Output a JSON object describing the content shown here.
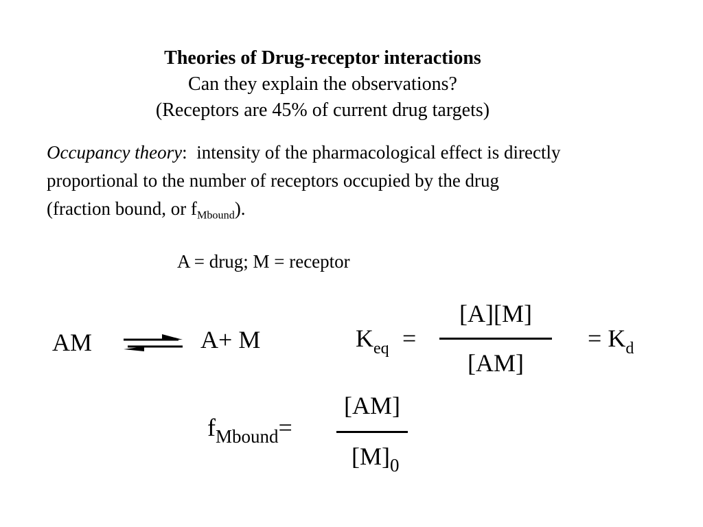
{
  "title": {
    "line1": "Theories of Drug-receptor interactions",
    "line2": "Can they explain the observations?",
    "line3": "(Receptors are 45% of current drug targets)"
  },
  "occupancy": {
    "term": "Occupancy theory",
    "colon": ":",
    "line1_rest": "intensity of the pharmacological effect is directly",
    "line2": "proportional to the number of  receptors occupied by the drug",
    "line3_pre": "(fraction bound, or f",
    "line3_sub": "Mbound",
    "line3_post": ")."
  },
  "definitions": "A = drug;  M = receptor",
  "reaction": {
    "left": "AM",
    "right_a": "A",
    "plus": "+",
    "right_m": "M"
  },
  "keq": {
    "symbol": "K",
    "sub": "eq",
    "equals": "=",
    "numerator": "[A][M]",
    "denominator": "[AM]",
    "equals_kd": "=",
    "kd_symbol": "K",
    "kd_sub": "d"
  },
  "fbound": {
    "symbol": "f",
    "sub": "Mbound",
    "equals": "=",
    "numerator": "[AM]",
    "denominator_base": "[M]",
    "denominator_sub": "0"
  }
}
